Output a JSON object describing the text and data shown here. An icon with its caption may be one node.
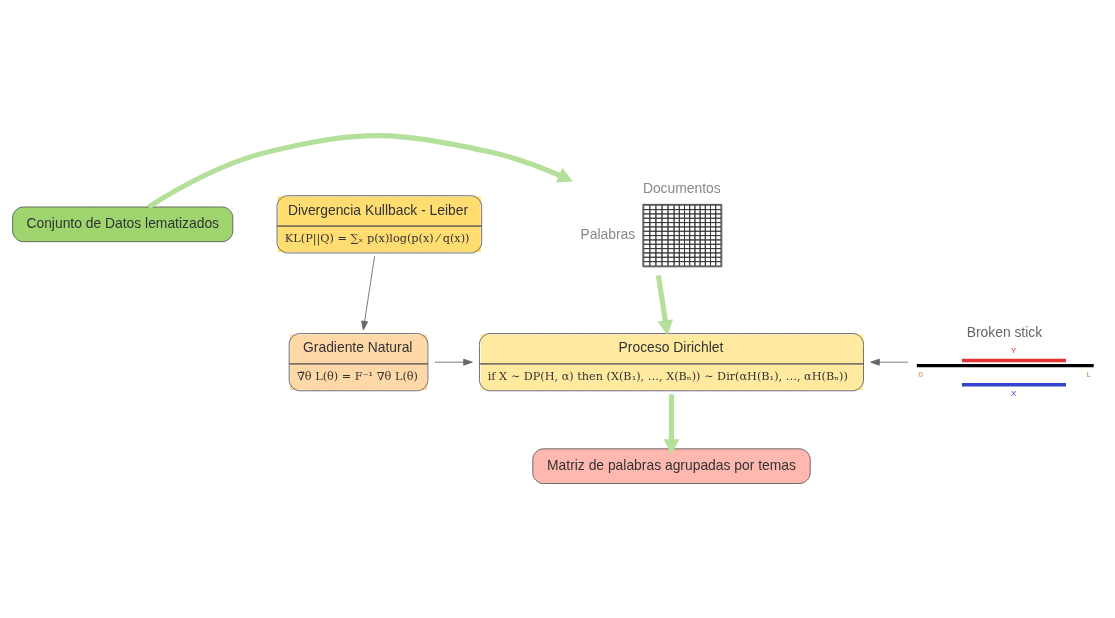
{
  "diagram": {
    "nodes": [
      {
        "text": [
          "Conjunto de Datos lematizados"
        ]
      },
      {
        "text": [],
        "shape": "grid",
        "beside": [
          "Documentos",
          "Palabras"
        ]
      },
      {
        "text": [
          "Matriz de palabras agrupadas por temas"
        ]
      },
      {
        "text": [
          "Divergencia Kullback - Leiber",
          "KL(P||Q) = ∑ₓ p(x)log(p(x) ⁄ q(x))"
        ]
      },
      {
        "text": [
          "Gradiente Natural",
          "∇̃θ L(θ) = F⁻¹ ∇θ L(θ)"
        ]
      },
      {
        "text": [
          "Proceso Dirichlet",
          "if X ∼ DP(H, α) then (X(B₁), …, X(Bₙ)) ∼ Dir(αH(B₁), …, αH(Bₙ))"
        ]
      },
      {
        "text": [
          "Broken stick",
          "Y",
          "0",
          "L",
          "X"
        ]
      }
    ],
    "edges": [
      {
        "from": 0,
        "to": 1,
        "arrow": "to",
        "style": "thick",
        "color": "#b5e09b"
      },
      {
        "from": 1,
        "to": 5,
        "arrow": "to",
        "style": "thick",
        "color": "#b5e09b"
      },
      {
        "from": 5,
        "to": 2,
        "arrow": "to",
        "style": "thick",
        "color": "#b5e09b"
      },
      {
        "from": 3,
        "to": 4,
        "arrow": "to",
        "color": "#666666"
      },
      {
        "from": 4,
        "to": 5,
        "arrow": "to",
        "color": "#666666"
      },
      {
        "from": 6,
        "to": 5,
        "arrow": "to",
        "color": "#666666"
      }
    ]
  }
}
